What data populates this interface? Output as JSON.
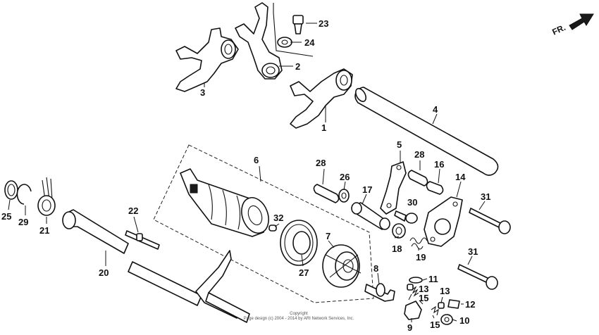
{
  "direction_label": "FR.",
  "copyright": {
    "line1": "Copyright",
    "line2": "Page design (c) 2004 - 2014 by ARI Network Services, Inc."
  },
  "callouts": {
    "p1": "1",
    "p2": "2",
    "p3": "3",
    "p4": "4",
    "p5": "5",
    "p6": "6",
    "p7": "7",
    "p8": "8",
    "p9": "9",
    "p10": "10",
    "p11": "11",
    "p12": "12",
    "p13a": "13",
    "p13b": "13",
    "p14": "14",
    "p15a": "15",
    "p15b": "15",
    "p16": "16",
    "p17": "17",
    "p18": "18",
    "p19": "19",
    "p20": "20",
    "p21": "21",
    "p22": "22",
    "p23": "23",
    "p24": "24",
    "p25": "25",
    "p26": "26",
    "p27": "27",
    "p28a": "28",
    "p28b": "28",
    "p29": "29",
    "p30": "30",
    "p31a": "31",
    "p31b": "31",
    "p32": "32"
  }
}
